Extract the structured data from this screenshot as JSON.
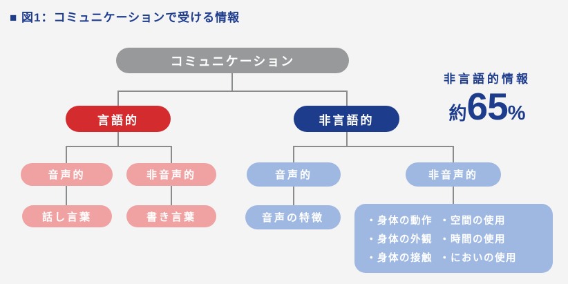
{
  "title": "■ 図1：コミュニケーションで受ける情報",
  "tree": {
    "root": "コミュニケーション",
    "verbal": "言語的",
    "nonverbal": "非言語的",
    "verbal_vocal": "音声的",
    "verbal_nonvocal": "非音声的",
    "spoken_words": "話し言葉",
    "written_words": "書き言葉",
    "nonverbal_vocal": "音声的",
    "nonverbal_nonvocal": "非音声的",
    "voice_features": "音声の特徴",
    "nonvocal_items_col1": [
      "・身体の動作",
      "・身体の外観",
      "・身体の接触"
    ],
    "nonvocal_items_col2": [
      "・空間の使用",
      "・時間の使用",
      "・においの使用"
    ]
  },
  "annotation": {
    "label": "非言語的情報",
    "prefix": "約",
    "value": "65",
    "unit": "%"
  },
  "colors": {
    "background": "#f4f4f5",
    "title_navy": "#1e3c8c",
    "root_gray": "#97999b",
    "verbal_red": "#d42b2e",
    "nonverbal_navy": "#1e3c8c",
    "verbal_child_pink": "#f0a2a2",
    "nonverbal_child_blue": "#9fb8e2",
    "connector_gray": "#8a8b8d"
  }
}
